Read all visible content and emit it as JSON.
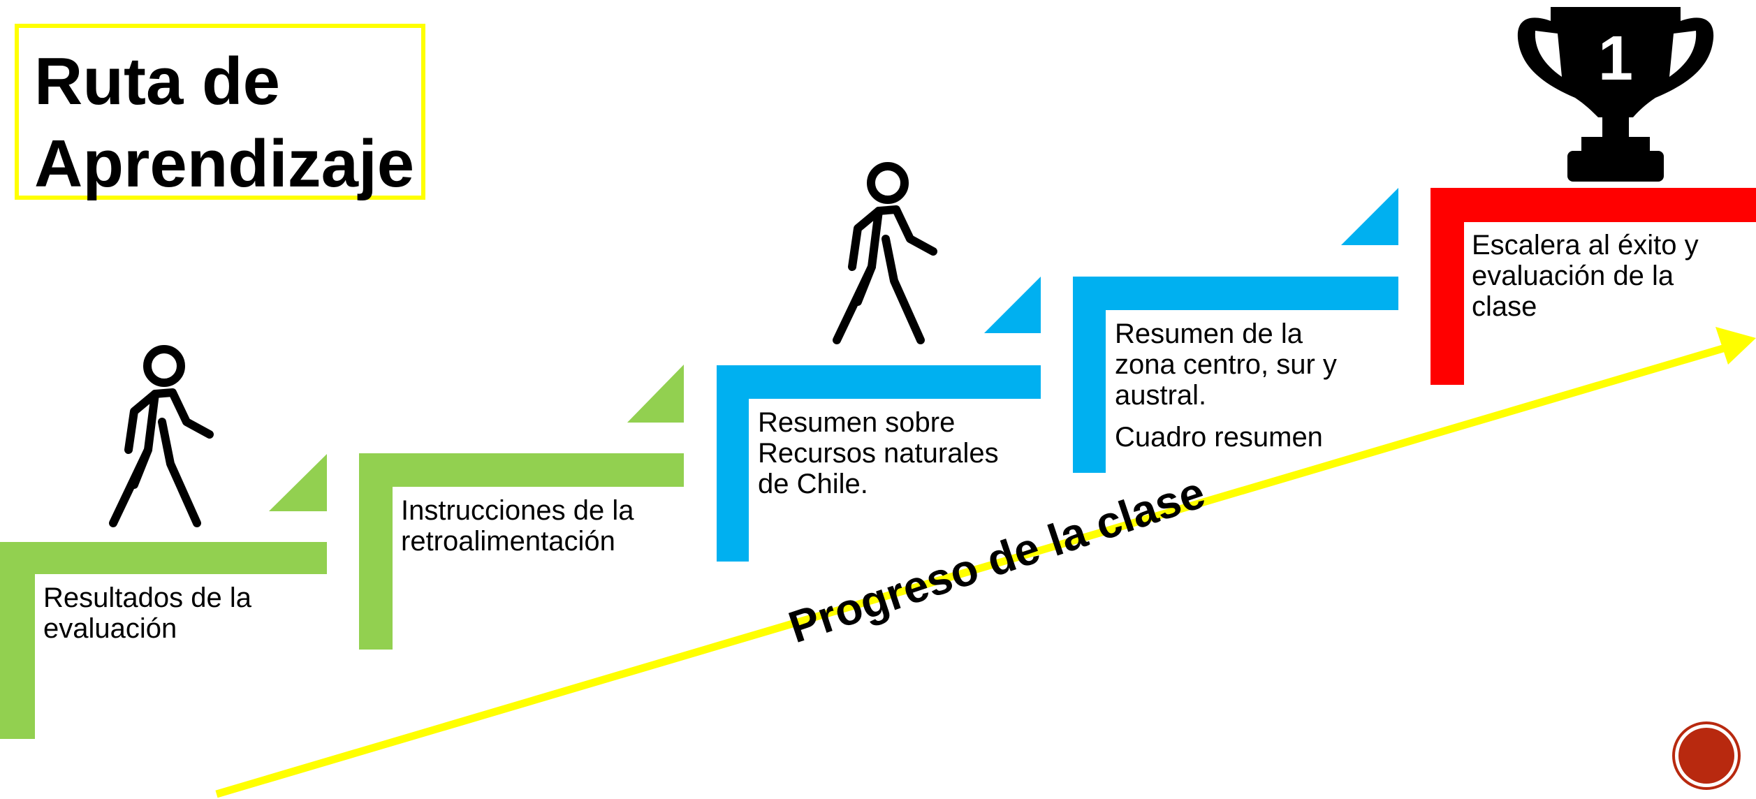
{
  "title": {
    "line1": "Ruta de",
    "line2": "Aprendizaje"
  },
  "colors": {
    "green": "#92d050",
    "blue": "#00b0f0",
    "red": "#ff0000",
    "yellow": "#ffff00",
    "black": "#000000",
    "badge": "#b8290f"
  },
  "steps": [
    {
      "lines": [
        "Resultados de la",
        "evaluación"
      ],
      "color": "green"
    },
    {
      "lines": [
        "Instrucciones de la",
        "retroalimentación"
      ],
      "color": "green"
    },
    {
      "lines": [
        "Resumen sobre",
        "Recursos naturales",
        "de Chile."
      ],
      "color": "blue"
    },
    {
      "lines": [
        "Resumen de la",
        "zona centro, sur y",
        "austral."
      ],
      "extra": "Cuadro resumen",
      "color": "blue"
    },
    {
      "lines": [
        "Escalera al éxito y",
        "evaluación de la",
        "clase"
      ],
      "color": "red"
    }
  ],
  "progress": {
    "label": "Progreso de la clase"
  },
  "trophy": {
    "number": "1",
    "icon": "trophy-icon"
  },
  "walkers": [
    "walking-person-icon",
    "walking-person-icon"
  ]
}
